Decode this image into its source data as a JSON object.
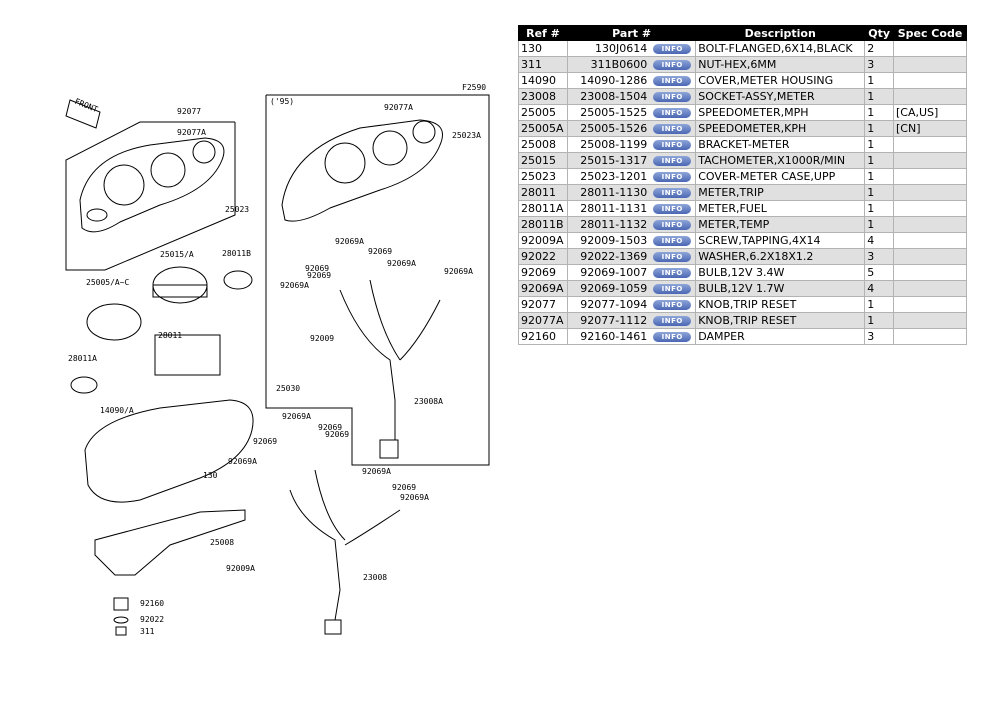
{
  "diagram": {
    "code": "F2590",
    "front_label": "FRONT",
    "year_label": "('95)",
    "callouts": [
      "92077",
      "92077A",
      "25023",
      "25015/A",
      "28011B",
      "25005/A~C",
      "28011",
      "28011A",
      "14090/A",
      "130",
      "25008",
      "92009A",
      "92160",
      "92022",
      "311",
      "92077A",
      "25023A",
      "92069A",
      "92069",
      "92069",
      "92069A",
      "92069",
      "92069A",
      "92069A",
      "92009",
      "25030",
      "23008A",
      "92069A",
      "92069",
      "92069",
      "92069",
      "92069A",
      "92069A",
      "92069",
      "92069A",
      "23008"
    ]
  },
  "table": {
    "headers": [
      "Ref #",
      "Part #",
      "",
      "Description",
      "Qty",
      "Spec Code"
    ],
    "info_label": "INFO",
    "rows": [
      {
        "ref": "130",
        "part": "130J0614",
        "desc": "BOLT-FLANGED,6X14,BLACK",
        "qty": "2",
        "spec": ""
      },
      {
        "ref": "311",
        "part": "311B0600",
        "desc": "NUT-HEX,6MM",
        "qty": "3",
        "spec": ""
      },
      {
        "ref": "14090",
        "part": "14090-1286",
        "desc": "COVER,METER HOUSING",
        "qty": "1",
        "spec": ""
      },
      {
        "ref": "23008",
        "part": "23008-1504",
        "desc": "SOCKET-ASSY,METER",
        "qty": "1",
        "spec": ""
      },
      {
        "ref": "25005",
        "part": "25005-1525",
        "desc": "SPEEDOMETER,MPH",
        "qty": "1",
        "spec": "[CA,US]"
      },
      {
        "ref": "25005A",
        "part": "25005-1526",
        "desc": "SPEEDOMETER,KPH",
        "qty": "1",
        "spec": "[CN]"
      },
      {
        "ref": "25008",
        "part": "25008-1199",
        "desc": "BRACKET-METER",
        "qty": "1",
        "spec": ""
      },
      {
        "ref": "25015",
        "part": "25015-1317",
        "desc": "TACHOMETER,X1000R/MIN",
        "qty": "1",
        "spec": ""
      },
      {
        "ref": "25023",
        "part": "25023-1201",
        "desc": "COVER-METER CASE,UPP",
        "qty": "1",
        "spec": ""
      },
      {
        "ref": "28011",
        "part": "28011-1130",
        "desc": "METER,TRIP",
        "qty": "1",
        "spec": ""
      },
      {
        "ref": "28011A",
        "part": "28011-1131",
        "desc": "METER,FUEL",
        "qty": "1",
        "spec": ""
      },
      {
        "ref": "28011B",
        "part": "28011-1132",
        "desc": "METER,TEMP",
        "qty": "1",
        "spec": ""
      },
      {
        "ref": "92009A",
        "part": "92009-1503",
        "desc": "SCREW,TAPPING,4X14",
        "qty": "4",
        "spec": ""
      },
      {
        "ref": "92022",
        "part": "92022-1369",
        "desc": "WASHER,6.2X18X1.2",
        "qty": "3",
        "spec": ""
      },
      {
        "ref": "92069",
        "part": "92069-1007",
        "desc": "BULB,12V 3.4W",
        "qty": "5",
        "spec": ""
      },
      {
        "ref": "92069A",
        "part": "92069-1059",
        "desc": "BULB,12V 1.7W",
        "qty": "4",
        "spec": ""
      },
      {
        "ref": "92077",
        "part": "92077-1094",
        "desc": "KNOB,TRIP RESET",
        "qty": "1",
        "spec": ""
      },
      {
        "ref": "92077A",
        "part": "92077-1112",
        "desc": "KNOB,TRIP RESET",
        "qty": "1",
        "spec": ""
      },
      {
        "ref": "92160",
        "part": "92160-1461",
        "desc": "DAMPER",
        "qty": "3",
        "spec": ""
      }
    ]
  }
}
